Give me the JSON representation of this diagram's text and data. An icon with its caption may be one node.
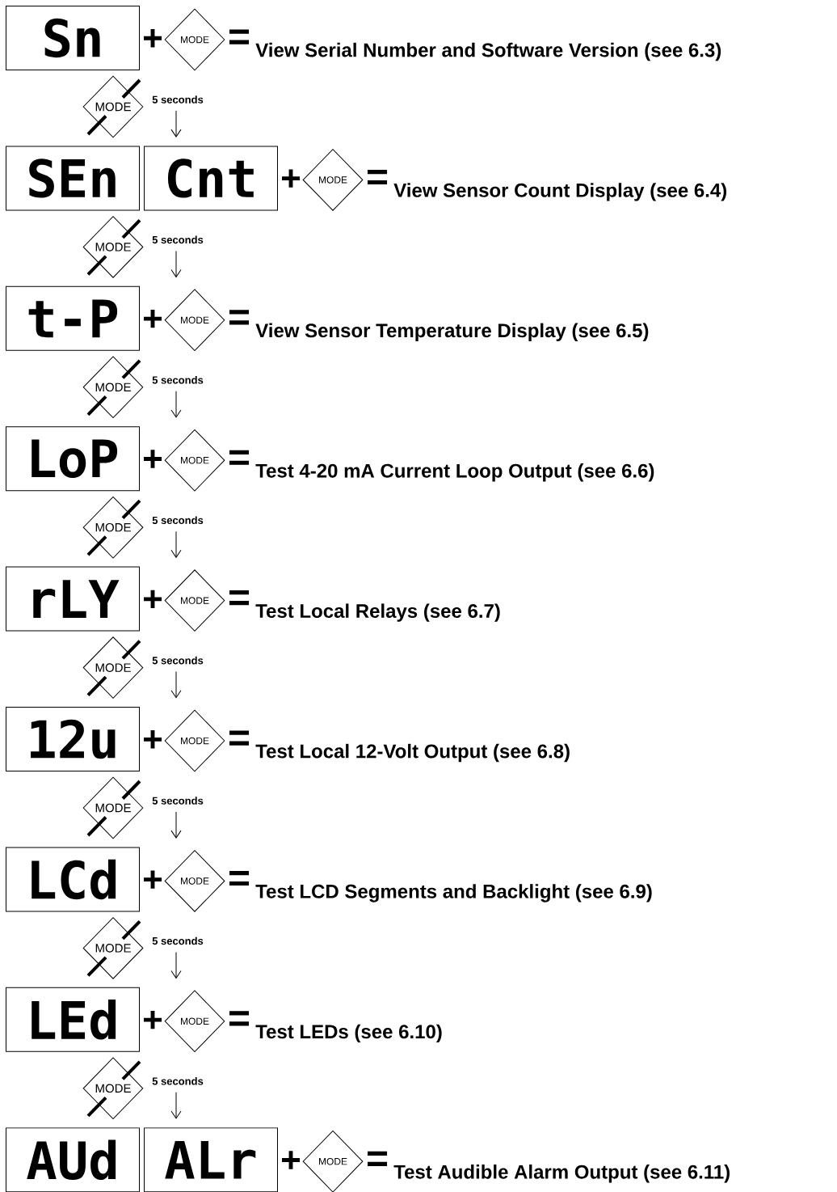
{
  "diagram": {
    "nodes": [
      {
        "text": [
          "Sn"
        ]
      },
      {
        "text": [
          "MODE"
        ]
      },
      {
        "text": [
          "MODE"
        ]
      },
      {
        "text": [
          "SEn"
        ]
      },
      {
        "text": [
          "Cnt"
        ]
      },
      {
        "text": [
          "MODE"
        ]
      },
      {
        "text": [
          "MODE"
        ]
      },
      {
        "text": [
          "t-P"
        ]
      },
      {
        "text": [
          "MODE"
        ]
      },
      {
        "text": [
          "MODE"
        ]
      },
      {
        "text": [
          "LoP"
        ]
      },
      {
        "text": [
          "MODE"
        ]
      },
      {
        "text": [
          "MODE"
        ]
      },
      {
        "text": [
          "rLY"
        ]
      },
      {
        "text": [
          "MODE"
        ]
      },
      {
        "text": [
          "MODE"
        ]
      },
      {
        "text": [
          "12u"
        ]
      },
      {
        "text": [
          "MODE"
        ]
      },
      {
        "text": [
          "MODE"
        ]
      },
      {
        "text": [
          "LCd"
        ]
      },
      {
        "text": [
          "MODE"
        ]
      },
      {
        "text": [
          "MODE"
        ]
      },
      {
        "text": [
          "LEd"
        ]
      },
      {
        "text": [
          "MODE"
        ]
      },
      {
        "text": [
          "MODE"
        ]
      },
      {
        "text": [
          "AUd"
        ]
      },
      {
        "text": [
          "ALr"
        ]
      },
      {
        "text": [
          "MODE"
        ]
      }
    ],
    "labels": [
      "+",
      "=",
      "View Serial Number and Software Version (see 6.3)",
      "5 seconds",
      "+",
      "=",
      "View Sensor Count Display (see 6.4)",
      "5 seconds",
      "+",
      "=",
      "View Sensor Temperature Display (see 6.5)",
      "5 seconds",
      "+",
      "=",
      "Test 4-20 mA Current Loop Output (see 6.6)",
      "5 seconds",
      "+",
      "=",
      "Test Local Relays (see 6.7)",
      "5 seconds",
      "+",
      "=",
      "Test Local 12-Volt Output (see 6.8)",
      "5 seconds",
      "+",
      "=",
      "Test LCD Segments and Backlight (see 6.9)",
      "5 seconds",
      "+",
      "=",
      "Test LEDs (see 6.10)",
      "5 seconds",
      "+",
      "=",
      "Test Audible Alarm Output (see 6.11)"
    ]
  }
}
